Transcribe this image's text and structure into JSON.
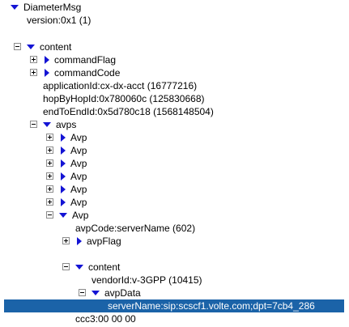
{
  "colors": {
    "arrow": "#1414d4",
    "selection": "#1b63a8",
    "selection_text": "#ffffff",
    "text": "#000000"
  },
  "tree": {
    "root_label": "DiameterMsg",
    "version": "version:0x1 (1)",
    "content_label": "content",
    "command_flag": "commandFlag",
    "command_code": "commandCode",
    "application_id": "applicationId:cx-dx-acct (16777216)",
    "hop_by_hop_id": "hopByHopId:0x780060c (125830668)",
    "end_to_end_id": "endToEndId:0x5d780c18 (1568148504)",
    "avps_label": "avps",
    "avp_items": [
      "Avp",
      "Avp",
      "Avp",
      "Avp",
      "Avp",
      "Avp"
    ],
    "avp_open_label": "Avp",
    "avp_code": "avpCode:serverName (602)",
    "avp_flag": "avpFlag",
    "inner_content_label": "content",
    "vendor_id": "vendorId:v-3GPP (10415)",
    "avp_data_label": "avpData",
    "server_name": "serverName:sip:scscf1.volte.com;dpt=7cb4_286",
    "ccc": "ccc3:00 00 00"
  }
}
